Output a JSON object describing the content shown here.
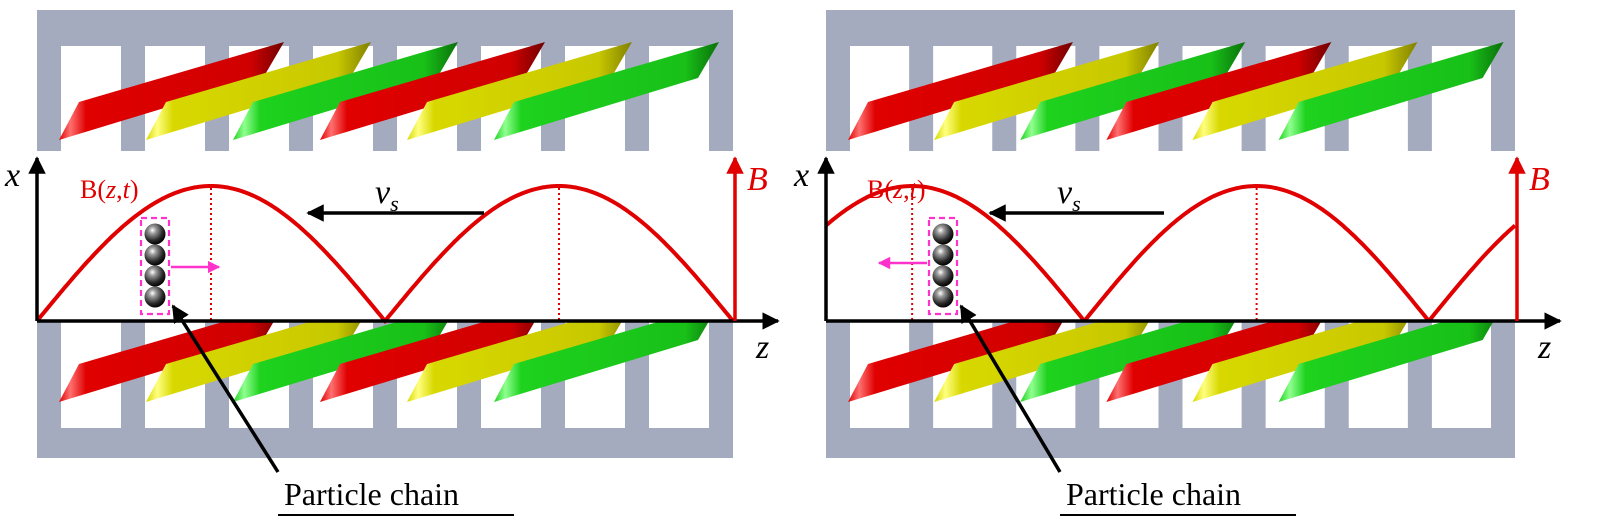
{
  "labels": {
    "x_axis": "x",
    "z_axis": "z",
    "b_axis": "B",
    "field_prefix": "B(",
    "field_z": "z",
    "field_sep": ",",
    "field_t": "t",
    "field_suffix": ")",
    "velocity": "v",
    "velocity_sub": "s",
    "callout": "Particle chain"
  },
  "colors": {
    "iron_core": "#a5abbf",
    "coil_red": "#e00000",
    "coil_yellow": "#d8d800",
    "coil_green": "#1ed21e",
    "field_curve": "#e00000",
    "particle_arrow": "#ff33cc",
    "chain_box": "#ff33cc",
    "axes": "#000000"
  },
  "panels": [
    {
      "id": "left",
      "chain_motion": "right"
    },
    {
      "id": "right",
      "chain_motion": "left"
    }
  ]
}
